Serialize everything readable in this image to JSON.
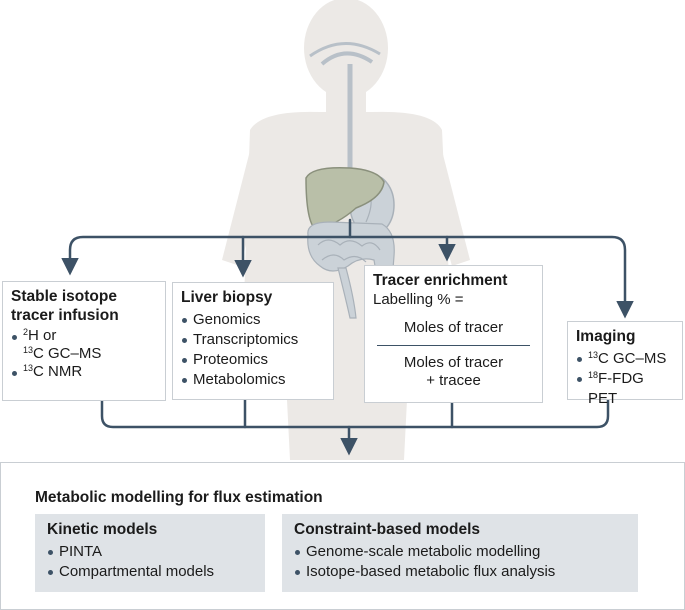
{
  "boxes": {
    "stable_isotope": {
      "title_line1": "Stable isotope",
      "title_line2": "tracer infusion",
      "item1_sup": "2",
      "item1_text": "H or",
      "item1b_sup": "13",
      "item1b_text": "C GC–MS",
      "item2_sup": "13",
      "item2_text": "C NMR"
    },
    "liver_biopsy": {
      "title": "Liver biopsy",
      "items": [
        "Genomics",
        "Transcriptomics",
        "Proteomics",
        "Metabolomics"
      ]
    },
    "tracer_enrichment": {
      "title": "Tracer enrichment",
      "label": "Labelling % =",
      "numerator": "Moles of tracer",
      "denominator_line1": "Moles of tracer",
      "denominator_line2": "+ tracee"
    },
    "imaging": {
      "title": "Imaging",
      "item1_sup": "13",
      "item1_text": "C GC–MS",
      "item2_sup": "18",
      "item2_text": "F-FDG PET"
    }
  },
  "modelling": {
    "title": "Metabolic modelling for flux estimation",
    "kinetic": {
      "title": "Kinetic models",
      "items": [
        "PINTA",
        "Compartmental models"
      ]
    },
    "constraint": {
      "title": "Constraint-based models",
      "items": [
        "Genome-scale metabolic modelling",
        "Isotope-based metabolic flux analysis"
      ]
    }
  },
  "colors": {
    "arrow": "#3d5266",
    "body": "#ece9e6",
    "liver": "#b9bfa8",
    "organ": "#cbd2d8",
    "box_border": "#c9ced3",
    "subbox_fill": "#dfe3e7"
  }
}
